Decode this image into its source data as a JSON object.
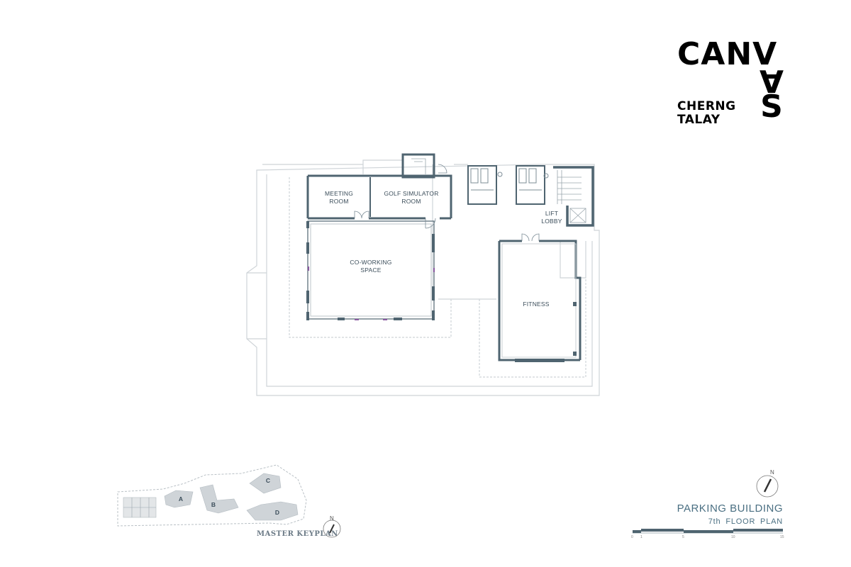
{
  "logo": {
    "wordmark": "CANV",
    "vertical_letters": [
      "A",
      "S"
    ],
    "line1": "CHERNG",
    "line2": "TALAY"
  },
  "rooms": [
    {
      "id": "meeting",
      "label": "MEETING\nROOM"
    },
    {
      "id": "golf",
      "label": "GOLF SIMULATOR\nROOM"
    },
    {
      "id": "coworking",
      "label": "CO-WORKING\nSPACE"
    },
    {
      "id": "fitness",
      "label": "FITNESS"
    },
    {
      "id": "lift",
      "label": "LIFT\nLOBBY"
    }
  ],
  "keyplan": {
    "title": "MASTER KEYPLAN",
    "blocks": [
      "A",
      "B",
      "C",
      "D"
    ],
    "north": "N"
  },
  "title_block": {
    "title": "PARKING BUILDING",
    "subtitle": "7th  FLOOR  PLAN",
    "north": "N",
    "scale_ticks": [
      "0",
      "1",
      "5",
      "10",
      "15"
    ]
  },
  "colors": {
    "wall": "#4f6470",
    "light_line": "#c9cfd3",
    "label": "#3b4d5a",
    "accent_title": "#4a6f82"
  }
}
